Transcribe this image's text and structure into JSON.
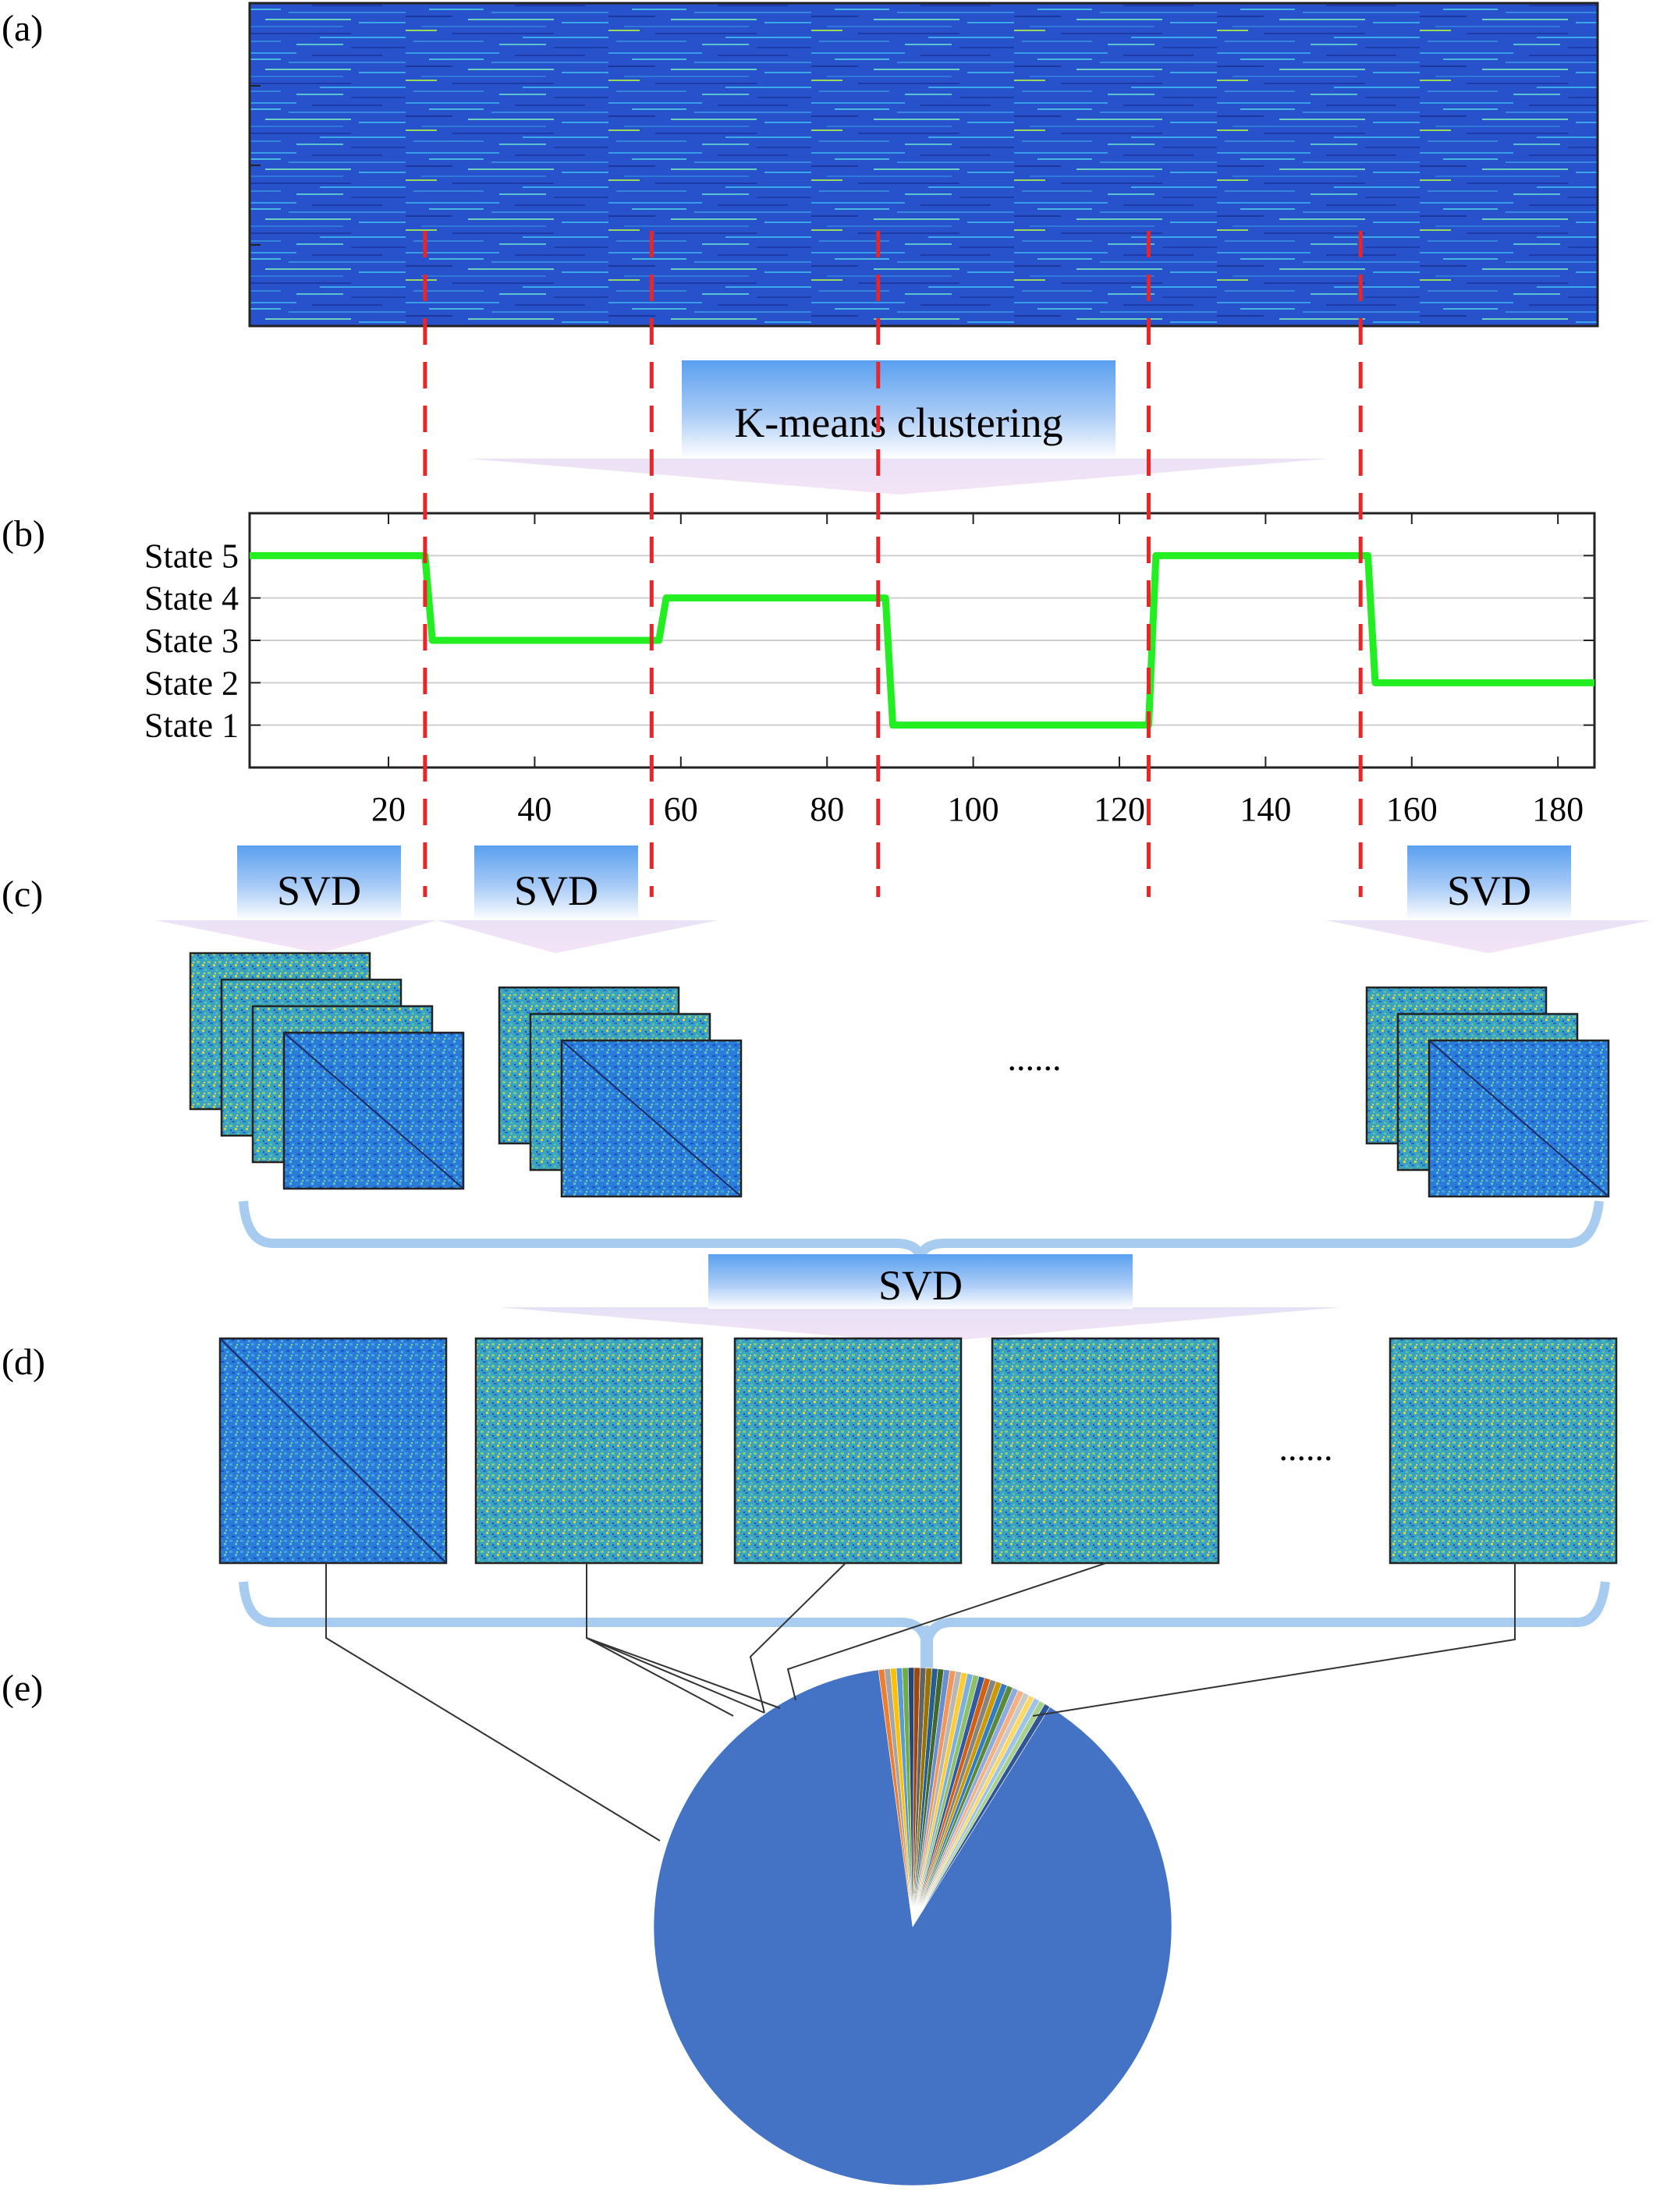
{
  "panels": {
    "a": "(a)",
    "b": "(b)",
    "c": "(c)",
    "d": "(d)",
    "e": "(e)"
  },
  "banners": {
    "kmeans": "K-means clustering",
    "svd1": "SVD",
    "svd2": "SVD",
    "svd3": "SVD",
    "svd_main": "SVD"
  },
  "ellipsis_c": "......",
  "ellipsis_d": "......",
  "colors": {
    "state_line": "#22ee22",
    "boundary": "#e8262a",
    "banner_top": "#5aa0f0",
    "banner_bottom": "#ffffff",
    "bracket": "#a8ccf0",
    "pie_main": "#4472c4"
  },
  "chart_data": {
    "type": "line",
    "x_ticks": [
      20,
      40,
      60,
      80,
      100,
      120,
      140,
      160,
      180
    ],
    "xlim": [
      1,
      185
    ],
    "y_labels": [
      "State 1",
      "State 2",
      "State 3",
      "State 4",
      "State 5"
    ],
    "ylim": [
      0,
      6
    ],
    "series": [
      {
        "x": [
          1,
          25,
          26,
          57,
          58,
          88,
          89,
          124,
          125,
          154,
          155,
          185
        ],
        "values": [
          5,
          5,
          3,
          3,
          4,
          4,
          1,
          1,
          5,
          5,
          2,
          2
        ]
      }
    ],
    "state_boundaries": [
      25,
      56,
      87,
      124,
      153
    ],
    "grid": true
  },
  "pie_data": {
    "type": "pie",
    "main_fraction": 0.89,
    "slice_colors": [
      "#ed7d31",
      "#a5a5a5",
      "#ffc000",
      "#5b9bd5",
      "#70ad47",
      "#264478",
      "#9e480e",
      "#636363",
      "#997300",
      "#255e91",
      "#43682b",
      "#698ed0",
      "#f1975a",
      "#b7b7b7",
      "#ffcd33",
      "#7cafdd",
      "#8cc168",
      "#335aa1",
      "#d26012",
      "#848484",
      "#cc9a00",
      "#327dc2",
      "#5a8a39",
      "#8faadc",
      "#f4b183",
      "#c9c9c9",
      "#ffd966",
      "#9dc3e6",
      "#a9d18e",
      "#2f5597"
    ]
  }
}
